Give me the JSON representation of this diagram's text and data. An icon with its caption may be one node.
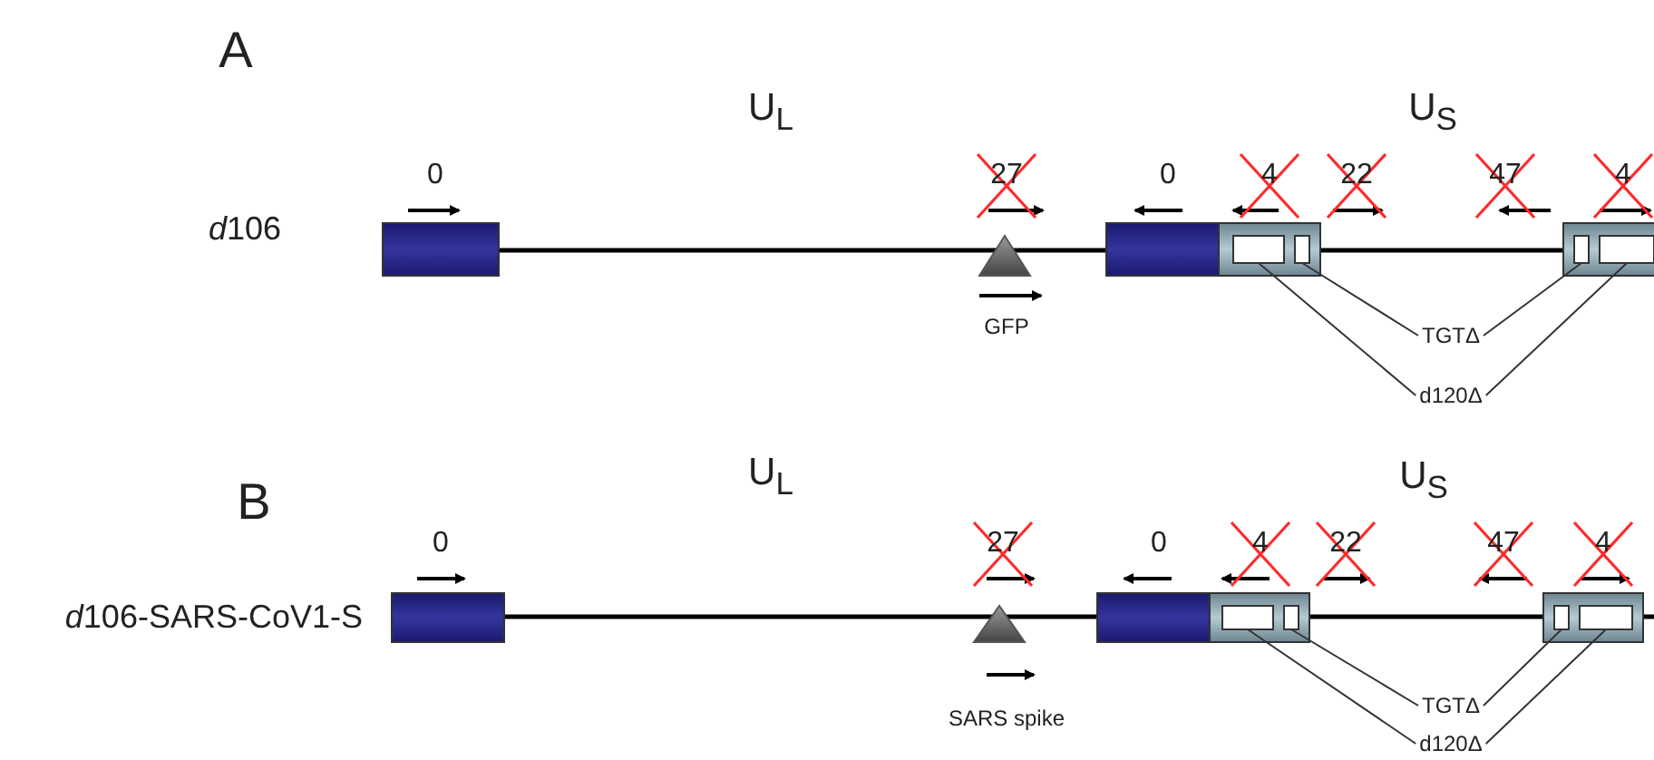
{
  "diagram": {
    "nodes": [
      {
        "text": [
          "TGTΔ"
        ]
      },
      {
        "text": [
          "d120Δ"
        ]
      },
      {
        "text": [
          "TGTΔ"
        ]
      },
      {
        "text": [
          "d120Δ"
        ]
      },
      {
        "text": [],
        "shape": "box"
      },
      {
        "text": [],
        "shape": "box"
      },
      {
        "text": [],
        "shape": "box"
      },
      {
        "text": [],
        "shape": "box"
      },
      {
        "text": [],
        "shape": "box"
      },
      {
        "text": [],
        "shape": "box"
      },
      {
        "text": [],
        "shape": "box"
      },
      {
        "text": [],
        "shape": "box"
      }
    ],
    "edges": [
      {
        "from": 0,
        "to": 5,
        "arrow": "none"
      },
      {
        "from": 0,
        "to": 6,
        "arrow": "none"
      },
      {
        "from": 1,
        "to": 4,
        "arrow": "none"
      },
      {
        "from": 1,
        "to": 7,
        "arrow": "none"
      },
      {
        "from": 2,
        "to": 9,
        "arrow": "none"
      },
      {
        "from": 2,
        "to": 10,
        "arrow": "none"
      },
      {
        "from": 3,
        "to": 8,
        "arrow": "none"
      },
      {
        "from": 3,
        "to": 11,
        "arrow": "none"
      }
    ],
    "labels": [
      "A",
      "U$_{L}$",
      "U$_{S}$",
      "d106",
      "0",
      "27",
      "0",
      "4",
      "22",
      "47",
      "4",
      "GFP",
      "B",
      "U$_{L}$",
      "U$_{S}$",
      "d106-SARS-CoV1-S",
      "0",
      "27",
      "0",
      "4",
      "22",
      "47",
      "4",
      "SARS spike"
    ]
  }
}
